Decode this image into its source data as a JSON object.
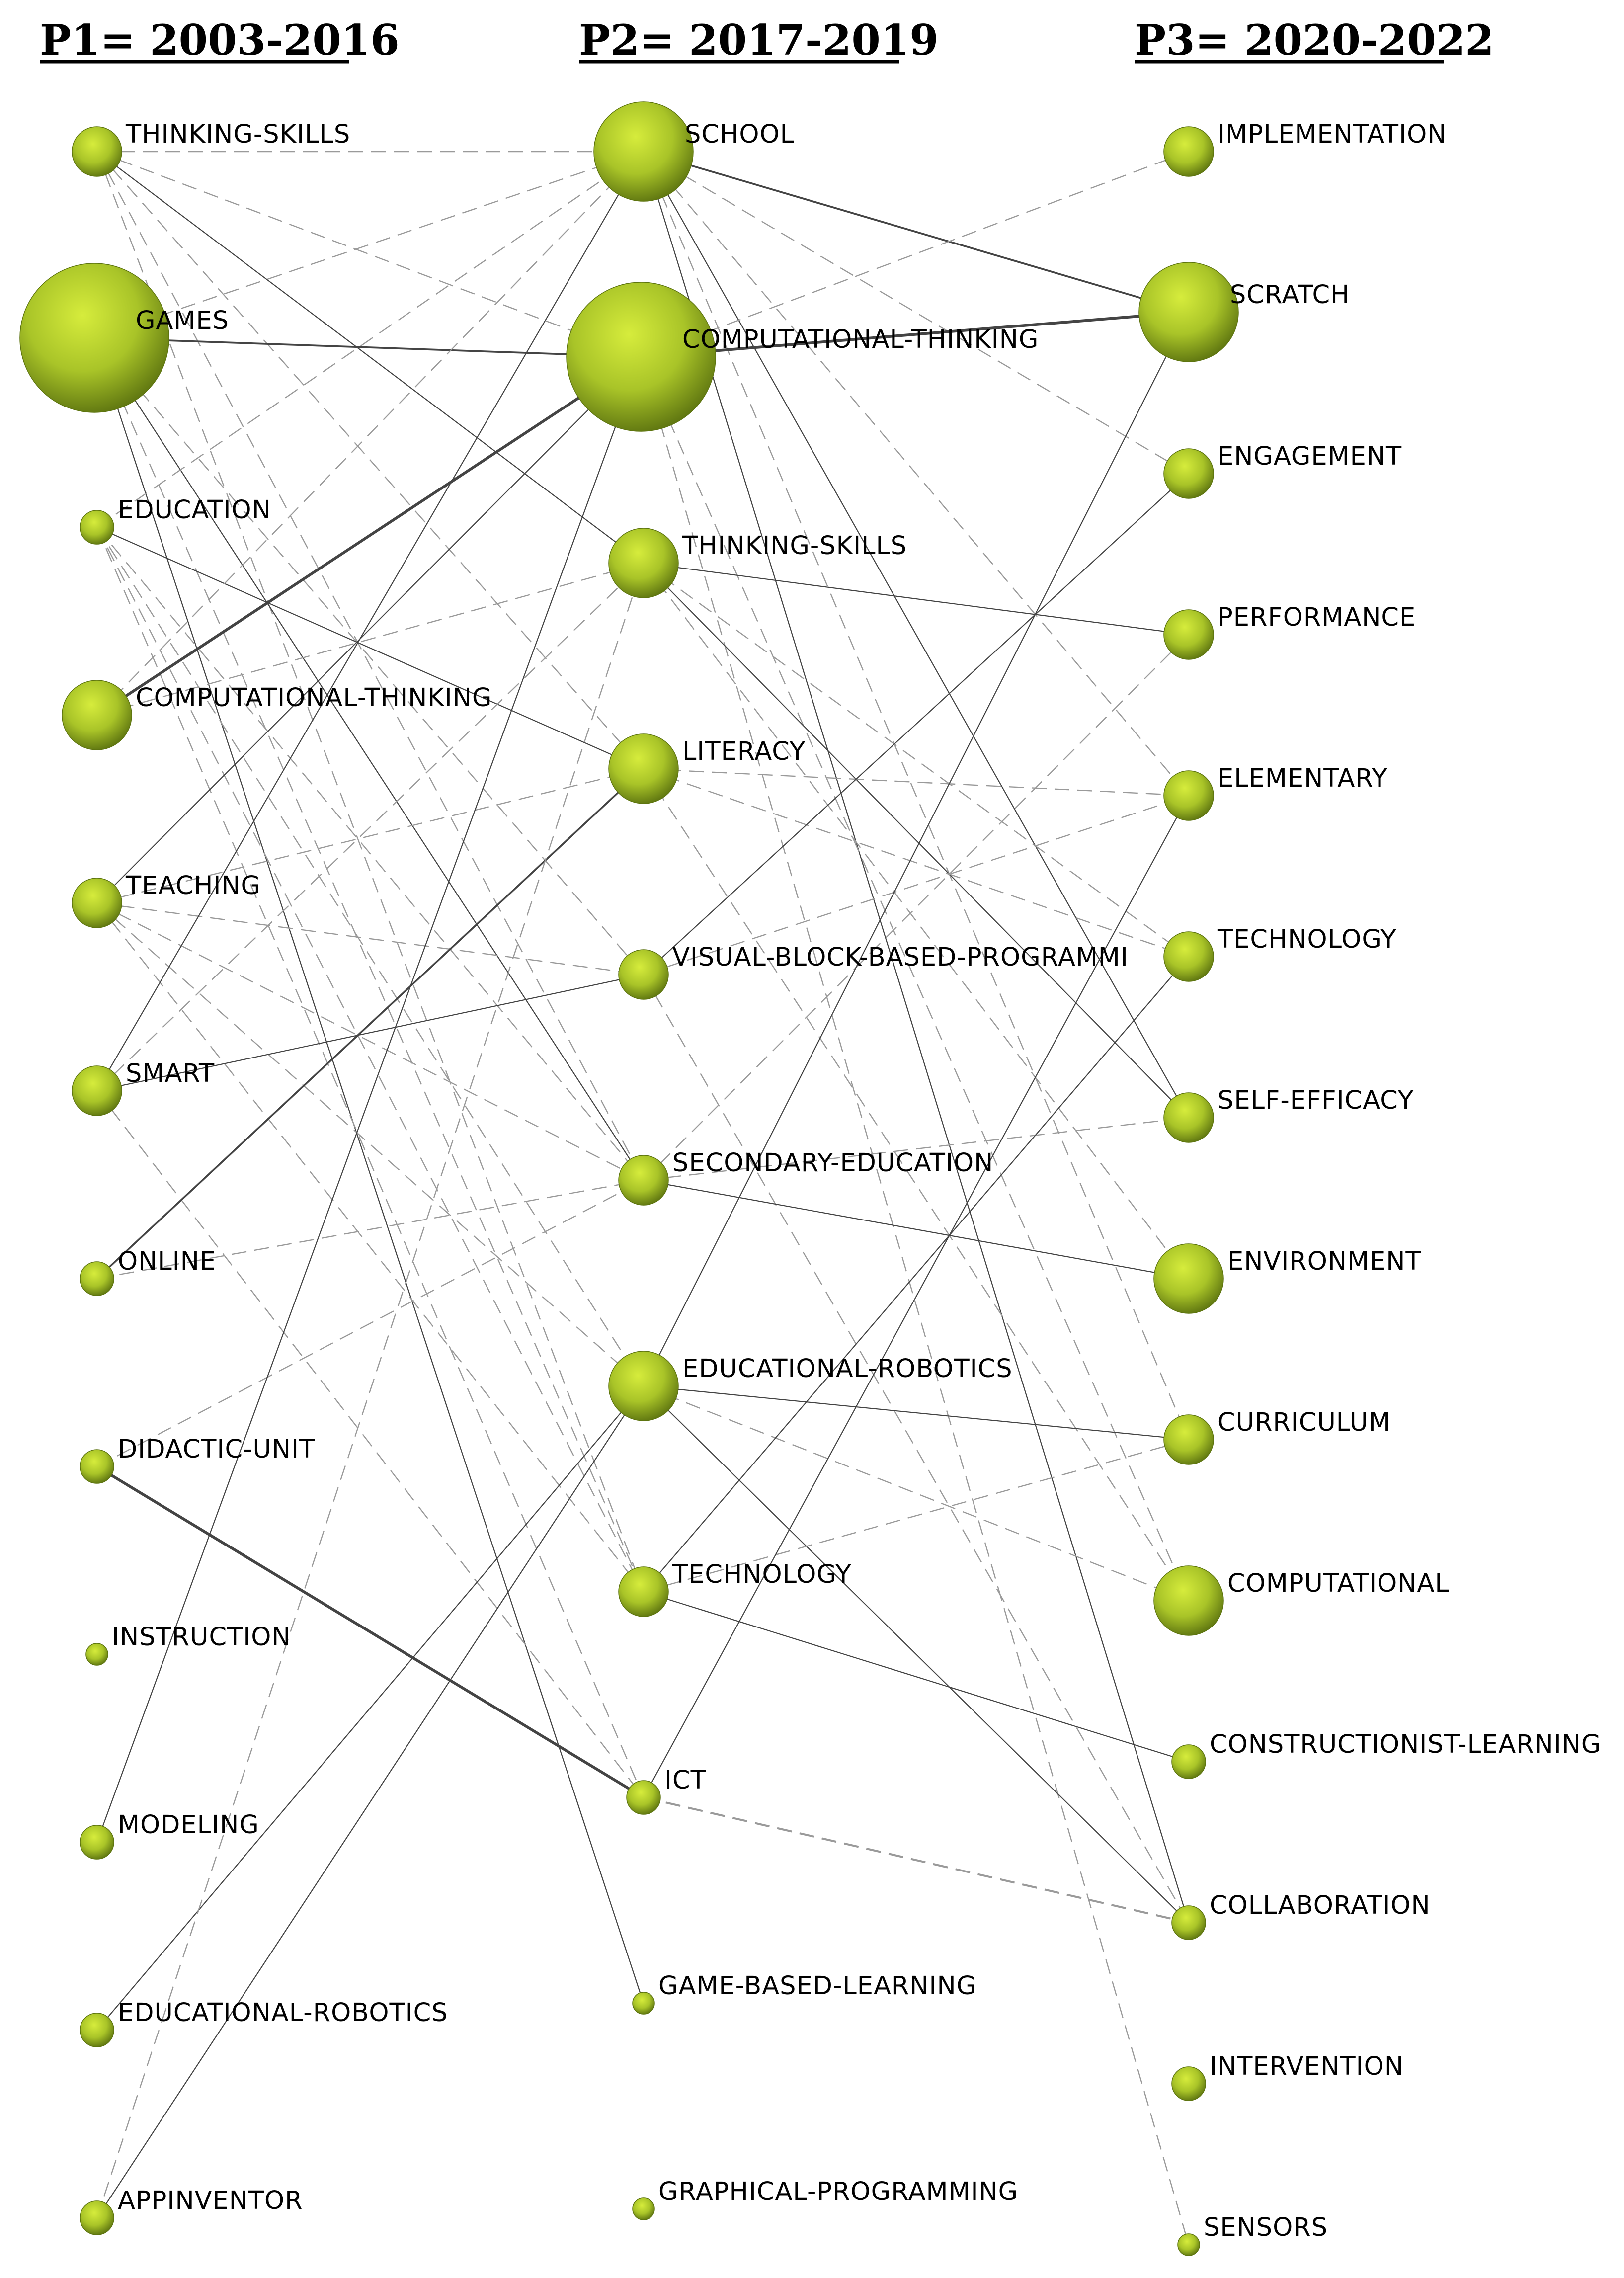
{
  "periods": [
    {
      "id": "p1",
      "label": "P1= 2003-2016"
    },
    {
      "id": "p2",
      "label": "P2= 2017-2019"
    },
    {
      "id": "p3",
      "label": "P3= 2020-2022"
    }
  ],
  "colors": {
    "node_light": "#d6ec3c",
    "node_mid": "#a9c428",
    "node_dark": "#5d7410",
    "edge_solid": "#444444",
    "edge_dashed": "#9a9a9a"
  },
  "nodes": [
    {
      "id": "p1-thinking-skills",
      "period": "p1",
      "label": "THINKING-SKILLS",
      "size": "small"
    },
    {
      "id": "p1-games",
      "period": "p1",
      "label": "GAMES",
      "size": "xlarge"
    },
    {
      "id": "p1-education",
      "period": "p1",
      "label": "EDUCATION",
      "size": "xsmall"
    },
    {
      "id": "p1-computational-thinking",
      "period": "p1",
      "label": "COMPUTATIONAL-THINKING",
      "size": "medium"
    },
    {
      "id": "p1-teaching",
      "period": "p1",
      "label": "TEACHING",
      "size": "small"
    },
    {
      "id": "p1-smart",
      "period": "p1",
      "label": "SMART",
      "size": "small"
    },
    {
      "id": "p1-online",
      "period": "p1",
      "label": "ONLINE",
      "size": "xsmall"
    },
    {
      "id": "p1-didactic-unit",
      "period": "p1",
      "label": "DIDACTIC-UNIT",
      "size": "xsmall"
    },
    {
      "id": "p1-instruction",
      "period": "p1",
      "label": "INSTRUCTION",
      "size": "tiny"
    },
    {
      "id": "p1-modeling",
      "period": "p1",
      "label": "MODELING",
      "size": "xsmall"
    },
    {
      "id": "p1-educational-robotics",
      "period": "p1",
      "label": "EDUCATIONAL-ROBOTICS",
      "size": "xsmall"
    },
    {
      "id": "p1-appinventor",
      "period": "p1",
      "label": "APPINVENTOR",
      "size": "xsmall"
    },
    {
      "id": "p2-school",
      "period": "p2",
      "label": "SCHOOL",
      "size": "large"
    },
    {
      "id": "p2-computational-thinking",
      "period": "p2",
      "label": "COMPUTATIONAL-THINKING",
      "size": "xlarge"
    },
    {
      "id": "p2-thinking-skills",
      "period": "p2",
      "label": "THINKING-SKILLS",
      "size": "medium"
    },
    {
      "id": "p2-literacy",
      "period": "p2",
      "label": "LITERACY",
      "size": "medium"
    },
    {
      "id": "p2-visual-block",
      "period": "p2",
      "label": "VISUAL-BLOCK-BASED-PROGRAMMI",
      "size": "small"
    },
    {
      "id": "p2-secondary-education",
      "period": "p2",
      "label": "SECONDARY-EDUCATION",
      "size": "small"
    },
    {
      "id": "p2-educational-robotics",
      "period": "p2",
      "label": "EDUCATIONAL-ROBOTICS",
      "size": "medium"
    },
    {
      "id": "p2-technology",
      "period": "p2",
      "label": "TECHNOLOGY",
      "size": "small"
    },
    {
      "id": "p2-ict",
      "period": "p2",
      "label": "ICT",
      "size": "xsmall"
    },
    {
      "id": "p2-game-based-learning",
      "period": "p2",
      "label": "GAME-BASED-LEARNING",
      "size": "tiny"
    },
    {
      "id": "p2-graphical-programming",
      "period": "p2",
      "label": "GRAPHICAL-PROGRAMMING",
      "size": "tiny"
    },
    {
      "id": "p3-implementation",
      "period": "p3",
      "label": "IMPLEMENTATION",
      "size": "small"
    },
    {
      "id": "p3-scratch",
      "period": "p3",
      "label": "SCRATCH",
      "size": "large"
    },
    {
      "id": "p3-engagement",
      "period": "p3",
      "label": "ENGAGEMENT",
      "size": "small"
    },
    {
      "id": "p3-performance",
      "period": "p3",
      "label": "PERFORMANCE",
      "size": "small"
    },
    {
      "id": "p3-elementary",
      "period": "p3",
      "label": "ELEMENTARY",
      "size": "small"
    },
    {
      "id": "p3-technology",
      "period": "p3",
      "label": "TECHNOLOGY",
      "size": "small"
    },
    {
      "id": "p3-self-efficacy",
      "period": "p3",
      "label": "SELF-EFFICACY",
      "size": "small"
    },
    {
      "id": "p3-environment",
      "period": "p3",
      "label": "ENVIRONMENT",
      "size": "medium"
    },
    {
      "id": "p3-curriculum",
      "period": "p3",
      "label": "CURRICULUM",
      "size": "small"
    },
    {
      "id": "p3-computational",
      "period": "p3",
      "label": "COMPUTATIONAL",
      "size": "medium"
    },
    {
      "id": "p3-constructionist-learning",
      "period": "p3",
      "label": "CONSTRUCTIONIST-LEARNING",
      "size": "xsmall"
    },
    {
      "id": "p3-collaboration",
      "period": "p3",
      "label": "COLLABORATION",
      "size": "xsmall"
    },
    {
      "id": "p3-intervention",
      "period": "p3",
      "label": "INTERVENTION",
      "size": "xsmall"
    },
    {
      "id": "p3-sensors",
      "period": "p3",
      "label": "SENSORS",
      "size": "tiny"
    }
  ],
  "edges": [
    {
      "from": "p1-thinking-skills",
      "to": "p2-school",
      "style": "dashed",
      "weight": 1
    },
    {
      "from": "p1-thinking-skills",
      "to": "p2-thinking-skills",
      "style": "solid",
      "weight": 1
    },
    {
      "from": "p1-thinking-skills",
      "to": "p2-computational-thinking",
      "style": "dashed",
      "weight": 1
    },
    {
      "from": "p1-thinking-skills",
      "to": "p2-secondary-education",
      "style": "dashed",
      "weight": 1
    },
    {
      "from": "p1-thinking-skills",
      "to": "p2-technology",
      "style": "dashed",
      "weight": 1
    },
    {
      "from": "p1-thinking-skills",
      "to": "p2-literacy",
      "style": "dashed",
      "weight": 1
    },
    {
      "from": "p1-games",
      "to": "p2-computational-thinking",
      "style": "solid",
      "weight": 2
    },
    {
      "from": "p1-games",
      "to": "p2-school",
      "style": "dashed",
      "weight": 1
    },
    {
      "from": "p1-games",
      "to": "p2-secondary-education",
      "style": "solid",
      "weight": 1
    },
    {
      "from": "p1-games",
      "to": "p2-technology",
      "style": "dashed",
      "weight": 1
    },
    {
      "from": "p1-games",
      "to": "p2-game-based-learning",
      "style": "solid",
      "weight": 1
    },
    {
      "from": "p1-games",
      "to": "p2-visual-block",
      "style": "dashed",
      "weight": 1
    },
    {
      "from": "p1-education",
      "to": "p2-literacy",
      "style": "solid",
      "weight": 1
    },
    {
      "from": "p1-education",
      "to": "p2-school",
      "style": "dashed",
      "weight": 1
    },
    {
      "from": "p1-education",
      "to": "p2-secondary-education",
      "style": "dashed",
      "weight": 1
    },
    {
      "from": "p1-education",
      "to": "p2-technology",
      "style": "dashed",
      "weight": 1
    },
    {
      "from": "p1-education",
      "to": "p2-educational-robotics",
      "style": "dashed",
      "weight": 1
    },
    {
      "from": "p1-education",
      "to": "p2-ict",
      "style": "dashed",
      "weight": 1
    },
    {
      "from": "p1-computational-thinking",
      "to": "p2-computational-thinking",
      "style": "solid",
      "weight": 3
    },
    {
      "from": "p1-computational-thinking",
      "to": "p2-school",
      "style": "dashed",
      "weight": 1
    },
    {
      "from": "p1-computational-thinking",
      "to": "p2-thinking-skills",
      "style": "dashed",
      "weight": 1
    },
    {
      "from": "p1-teaching",
      "to": "p2-computational-thinking",
      "style": "solid",
      "weight": 1
    },
    {
      "from": "p1-teaching",
      "to": "p2-visual-block",
      "style": "dashed",
      "weight": 1
    },
    {
      "from": "p1-teaching",
      "to": "p2-secondary-education",
      "style": "dashed",
      "weight": 1
    },
    {
      "from": "p1-teaching",
      "to": "p2-technology",
      "style": "dashed",
      "weight": 1
    },
    {
      "from": "p1-teaching",
      "to": "p2-educational-robotics",
      "style": "dashed",
      "weight": 1
    },
    {
      "from": "p1-teaching",
      "to": "p2-literacy",
      "style": "dashed",
      "weight": 1
    },
    {
      "from": "p1-smart",
      "to": "p2-school",
      "style": "solid",
      "weight": 1
    },
    {
      "from": "p1-smart",
      "to": "p2-visual-block",
      "style": "solid",
      "weight": 1
    },
    {
      "from": "p1-smart",
      "to": "p2-thinking-skills",
      "style": "dashed",
      "weight": 1
    },
    {
      "from": "p1-smart",
      "to": "p2-ict",
      "style": "dashed",
      "weight": 1
    },
    {
      "from": "p1-online",
      "to": "p2-literacy",
      "style": "solid",
      "weight": 2
    },
    {
      "from": "p1-online",
      "to": "p2-secondary-education",
      "style": "dashed",
      "weight": 1
    },
    {
      "from": "p1-didactic-unit",
      "to": "p2-ict",
      "style": "solid",
      "weight": 3
    },
    {
      "from": "p1-didactic-unit",
      "to": "p2-secondary-education",
      "style": "dashed",
      "weight": 1
    },
    {
      "from": "p1-modeling",
      "to": "p2-computational-thinking",
      "style": "solid",
      "weight": 1
    },
    {
      "from": "p1-educational-robotics",
      "to": "p2-educational-robotics",
      "style": "solid",
      "weight": 1
    },
    {
      "from": "p1-appinventor",
      "to": "p2-educational-robotics",
      "style": "solid",
      "weight": 1
    },
    {
      "from": "p1-appinventor",
      "to": "p2-thinking-skills",
      "style": "dashed",
      "weight": 1
    },
    {
      "from": "p2-school",
      "to": "p3-scratch",
      "style": "solid",
      "weight": 2
    },
    {
      "from": "p2-school",
      "to": "p3-engagement",
      "style": "dashed",
      "weight": 1
    },
    {
      "from": "p2-school",
      "to": "p3-elementary",
      "style": "dashed",
      "weight": 1
    },
    {
      "from": "p2-school",
      "to": "p3-self-efficacy",
      "style": "solid",
      "weight": 1
    },
    {
      "from": "p2-school",
      "to": "p3-curriculum",
      "style": "dashed",
      "weight": 1
    },
    {
      "from": "p2-school",
      "to": "p3-collaboration",
      "style": "solid",
      "weight": 1
    },
    {
      "from": "p2-computational-thinking",
      "to": "p3-scratch",
      "style": "solid",
      "weight": 4
    },
    {
      "from": "p2-computational-thinking",
      "to": "p3-implementation",
      "style": "dashed",
      "weight": 1
    },
    {
      "from": "p2-computational-thinking",
      "to": "p3-computational",
      "style": "dashed",
      "weight": 1
    },
    {
      "from": "p2-computational-thinking",
      "to": "p3-sensors",
      "style": "dashed",
      "weight": 1
    },
    {
      "from": "p2-thinking-skills",
      "to": "p3-performance",
      "style": "solid",
      "weight": 1
    },
    {
      "from": "p2-thinking-skills",
      "to": "p3-technology",
      "style": "dashed",
      "weight": 1
    },
    {
      "from": "p2-thinking-skills",
      "to": "p3-self-efficacy",
      "style": "solid",
      "weight": 1
    },
    {
      "from": "p2-thinking-skills",
      "to": "p3-environment",
      "style": "dashed",
      "weight": 1
    },
    {
      "from": "p2-literacy",
      "to": "p3-elementary",
      "style": "dashed",
      "weight": 1
    },
    {
      "from": "p2-literacy",
      "to": "p3-technology",
      "style": "dashed",
      "weight": 1
    },
    {
      "from": "p2-literacy",
      "to": "p3-computational",
      "style": "dashed",
      "weight": 1
    },
    {
      "from": "p2-visual-block",
      "to": "p3-engagement",
      "style": "solid",
      "weight": 1
    },
    {
      "from": "p2-visual-block",
      "to": "p3-elementary",
      "style": "dashed",
      "weight": 1
    },
    {
      "from": "p2-visual-block",
      "to": "p3-collaboration",
      "style": "dashed",
      "weight": 1
    },
    {
      "from": "p2-secondary-education",
      "to": "p3-performance",
      "style": "dashed",
      "weight": 1
    },
    {
      "from": "p2-secondary-education",
      "to": "p3-environment",
      "style": "solid",
      "weight": 1
    },
    {
      "from": "p2-secondary-education",
      "to": "p3-self-efficacy",
      "style": "dashed",
      "weight": 1
    },
    {
      "from": "p2-educational-robotics",
      "to": "p3-curriculum",
      "style": "solid",
      "weight": 1
    },
    {
      "from": "p2-educational-robotics",
      "to": "p3-scratch",
      "style": "solid",
      "weight": 1
    },
    {
      "from": "p2-educational-robotics",
      "to": "p3-collaboration",
      "style": "solid",
      "weight": 1
    },
    {
      "from": "p2-educational-robotics",
      "to": "p3-computational",
      "style": "dashed",
      "weight": 1
    },
    {
      "from": "p2-technology",
      "to": "p3-technology",
      "style": "solid",
      "weight": 1
    },
    {
      "from": "p2-technology",
      "to": "p3-constructionist-learning",
      "style": "solid",
      "weight": 1
    },
    {
      "from": "p2-technology",
      "to": "p3-curriculum",
      "style": "dashed",
      "weight": 1
    },
    {
      "from": "p2-ict",
      "to": "p3-collaboration",
      "style": "dashed",
      "weight": 2
    },
    {
      "from": "p2-ict",
      "to": "p3-elementary",
      "style": "solid",
      "weight": 1
    }
  ]
}
